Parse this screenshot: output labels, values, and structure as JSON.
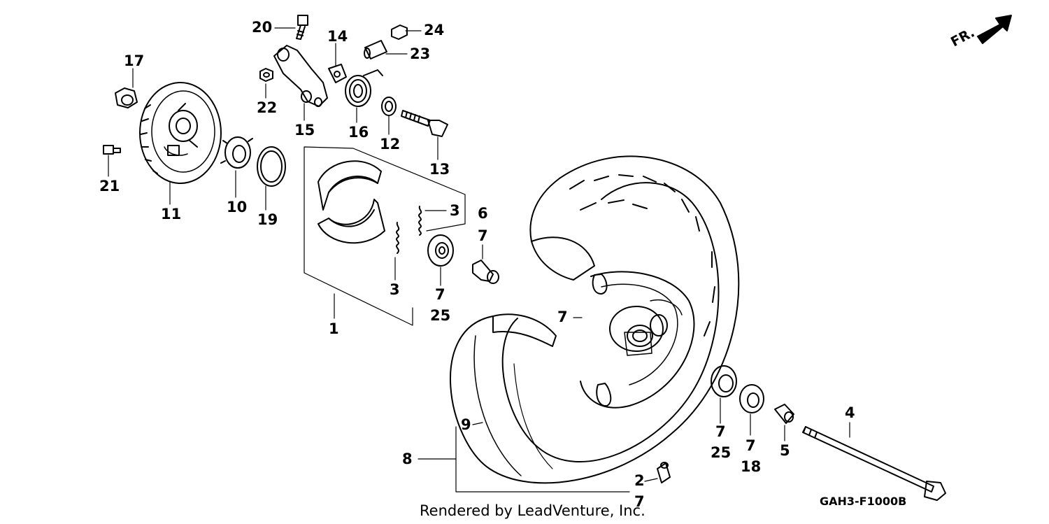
{
  "callouts": [
    {
      "id": "c20",
      "text": "20"
    },
    {
      "id": "c24",
      "text": "24"
    },
    {
      "id": "c14",
      "text": "14"
    },
    {
      "id": "c23",
      "text": "23"
    },
    {
      "id": "c17",
      "text": "17"
    },
    {
      "id": "c22",
      "text": "22"
    },
    {
      "id": "c15",
      "text": "15"
    },
    {
      "id": "c16",
      "text": "16"
    },
    {
      "id": "c12",
      "text": "12"
    },
    {
      "id": "c13",
      "text": "13"
    },
    {
      "id": "c21",
      "text": "21"
    },
    {
      "id": "c11",
      "text": "11"
    },
    {
      "id": "c10",
      "text": "10"
    },
    {
      "id": "c19",
      "text": "19"
    },
    {
      "id": "c3a",
      "text": "3"
    },
    {
      "id": "c6",
      "text": "6"
    },
    {
      "id": "c7a",
      "text": "7"
    },
    {
      "id": "c3b",
      "text": "3"
    },
    {
      "id": "c7b",
      "text": "7"
    },
    {
      "id": "c25a",
      "text": "25"
    },
    {
      "id": "c1",
      "text": "1"
    },
    {
      "id": "c7c",
      "text": "7"
    },
    {
      "id": "c4",
      "text": "4"
    },
    {
      "id": "c9",
      "text": "9"
    },
    {
      "id": "c8",
      "text": "8"
    },
    {
      "id": "c7d",
      "text": "7"
    },
    {
      "id": "c25b",
      "text": "25"
    },
    {
      "id": "c7e",
      "text": "7"
    },
    {
      "id": "c18",
      "text": "18"
    },
    {
      "id": "c5",
      "text": "5"
    },
    {
      "id": "c2",
      "text": "2"
    },
    {
      "id": "c7f",
      "text": "7"
    }
  ],
  "direction_label": "FR.",
  "credit": "Rendered by LeadVenture, Inc.",
  "diagram_code": "GAH3-F1000B"
}
